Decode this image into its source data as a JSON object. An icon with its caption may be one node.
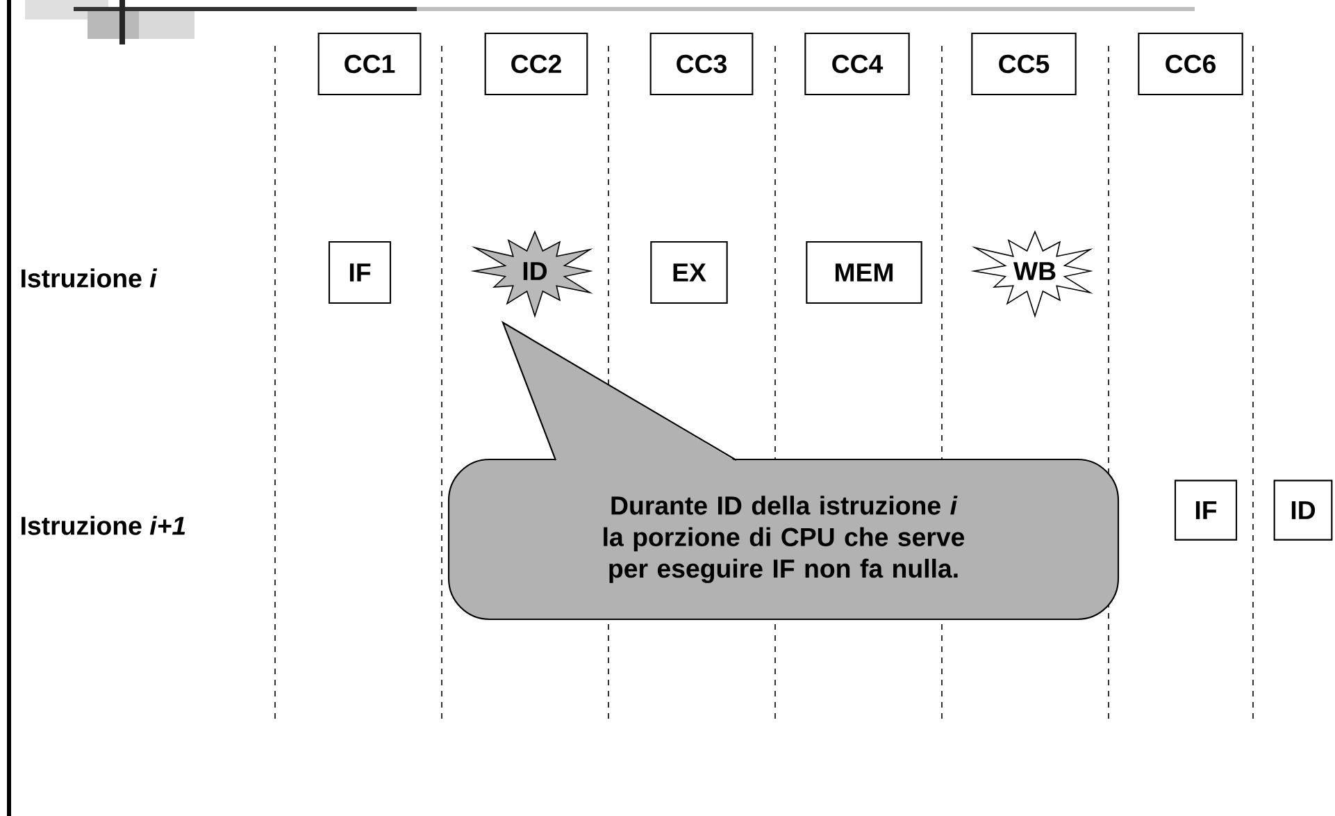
{
  "diagram": {
    "nodes": [
      {
        "text": [
          "CC1"
        ]
      },
      {
        "text": [
          "CC2"
        ]
      },
      {
        "text": [
          "CC3"
        ]
      },
      {
        "text": [
          "CC4"
        ]
      },
      {
        "text": [
          "CC5"
        ]
      },
      {
        "text": [
          "CC6"
        ]
      },
      {
        "text": [
          "IF"
        ]
      },
      {
        "text": [
          "ID"
        ]
      },
      {
        "text": [
          "EX"
        ]
      },
      {
        "text": [
          "MEM"
        ]
      },
      {
        "text": [
          "WB"
        ]
      },
      {
        "text": [
          "Durante ID della istruzione *i* la porzione di CPU che serve per eseguire IF non fa nulla."
        ]
      },
      {
        "text": [
          "IF"
        ]
      },
      {
        "text": [
          "ID"
        ]
      }
    ],
    "labels": [
      "Istruzione *i*",
      "Istruzione *i+1*"
    ]
  }
}
